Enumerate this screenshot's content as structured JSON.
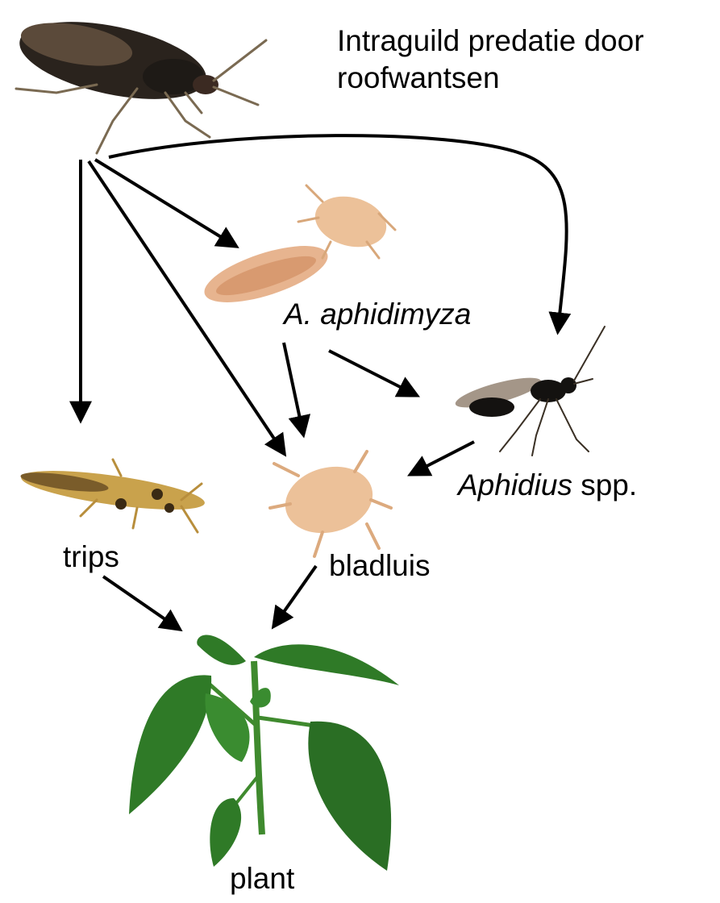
{
  "title": {
    "line1": "Intraguild predatie door",
    "line2": "roofwantsen"
  },
  "nodes": {
    "predator": {
      "icon": "predatory-bug-icon"
    },
    "aphidimyza": {
      "label": "A. aphidimyza",
      "icon": "gall-midge-larva-icon"
    },
    "aphidius": {
      "label_italic": "Aphidius",
      "label_rest": " spp.",
      "icon": "parasitoid-wasp-icon"
    },
    "trips": {
      "label": "trips",
      "icon": "thrips-icon"
    },
    "bladluis": {
      "label": "bladluis",
      "icon": "aphid-icon"
    },
    "plant": {
      "label": "plant",
      "icon": "pepper-plant-icon"
    }
  },
  "colors": {
    "arrow": "#000000",
    "bug_dark": "#2a231d",
    "larva": "#e7b48f",
    "aphid": "#ecc199",
    "thrips": "#c9a24c",
    "leaf": "#2f7a27"
  }
}
